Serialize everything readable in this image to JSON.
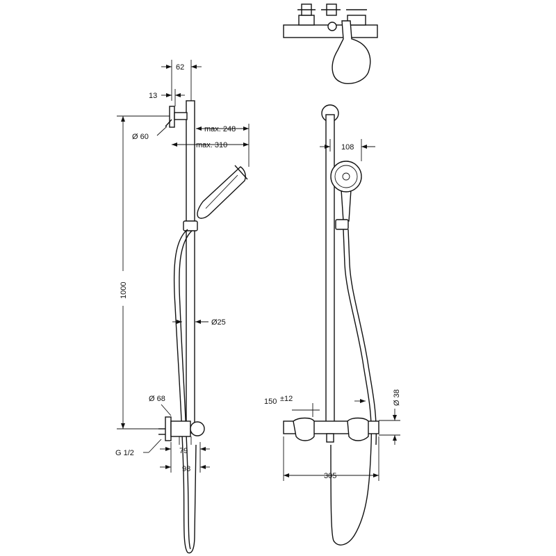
{
  "dimensions": {
    "d62": "62",
    "d13": "13",
    "dia60": "Ø 60",
    "max248": "max. 248",
    "max310": "max. 310",
    "d1000": "1000",
    "dia25": "Ø25",
    "dia68": "Ø 68",
    "g12": "G 1/2",
    "d79": "79",
    "d98": "98",
    "d108": "108",
    "d150": "150",
    "tol12": "±12",
    "dia38": "Ø 38",
    "d305": "305"
  }
}
